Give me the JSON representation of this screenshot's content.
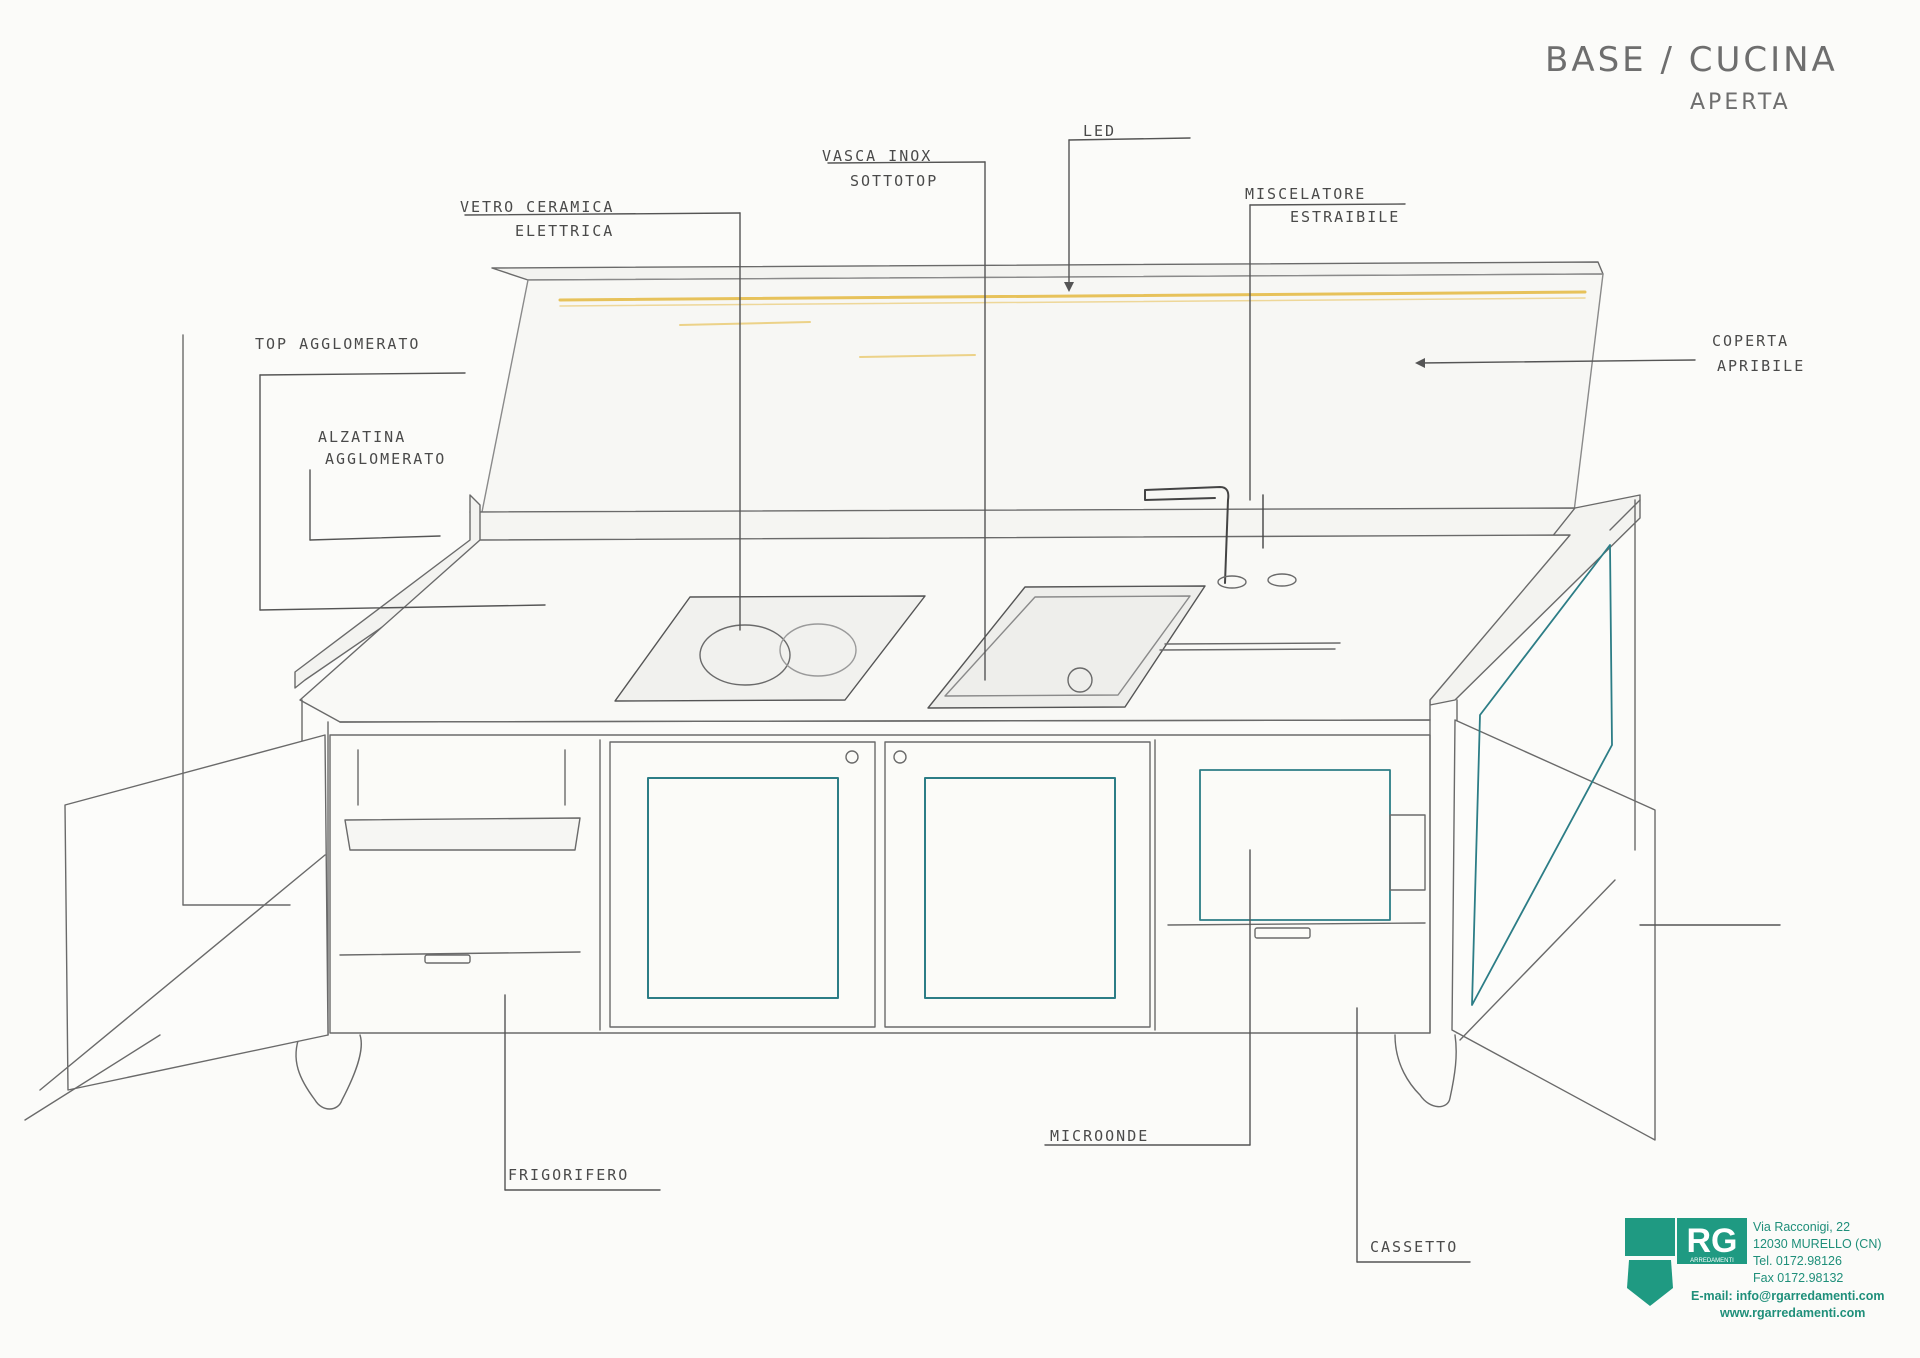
{
  "title": {
    "line1": "BASE / CUCINA",
    "line2": "APERTA"
  },
  "labels": {
    "led": "LED",
    "vasca_1": "VASCA INOX",
    "vasca_2": "SOTTOTOP",
    "vetro_1": "VETRO CERAMICA",
    "vetro_2": "ELETTRICA",
    "miscelatore_1": "MISCELATORE",
    "miscelatore_2": "ESTRAIBILE",
    "top": "TOP AGGLOMERATO",
    "alzatina_1": "ALZATINA",
    "alzatina_2": "AGGLOMERATO",
    "coperta_1": "COPERTA",
    "coperta_2": "APRIBILE",
    "microonde": "MICROONDE",
    "frigorifero": "FRIGORIFERO",
    "cassetto": "CASSETTO"
  },
  "company": {
    "logo_letters": "RG",
    "logo_word": "ARREDAMENTI",
    "address": "Via Racconigi, 22",
    "city": "12030 MURELLO (CN)",
    "tel": "Tel. 0172.98126",
    "fax": "Fax 0172.98132",
    "email": "E-mail: info@rgarredamenti.com",
    "web": "www.rgarredamenti.com"
  },
  "colors": {
    "pencil": "#5a5a5a",
    "accent_teal": "#2c7d86",
    "led_yellow": "#e7c25a",
    "brand_green": "#1f8f7a"
  }
}
